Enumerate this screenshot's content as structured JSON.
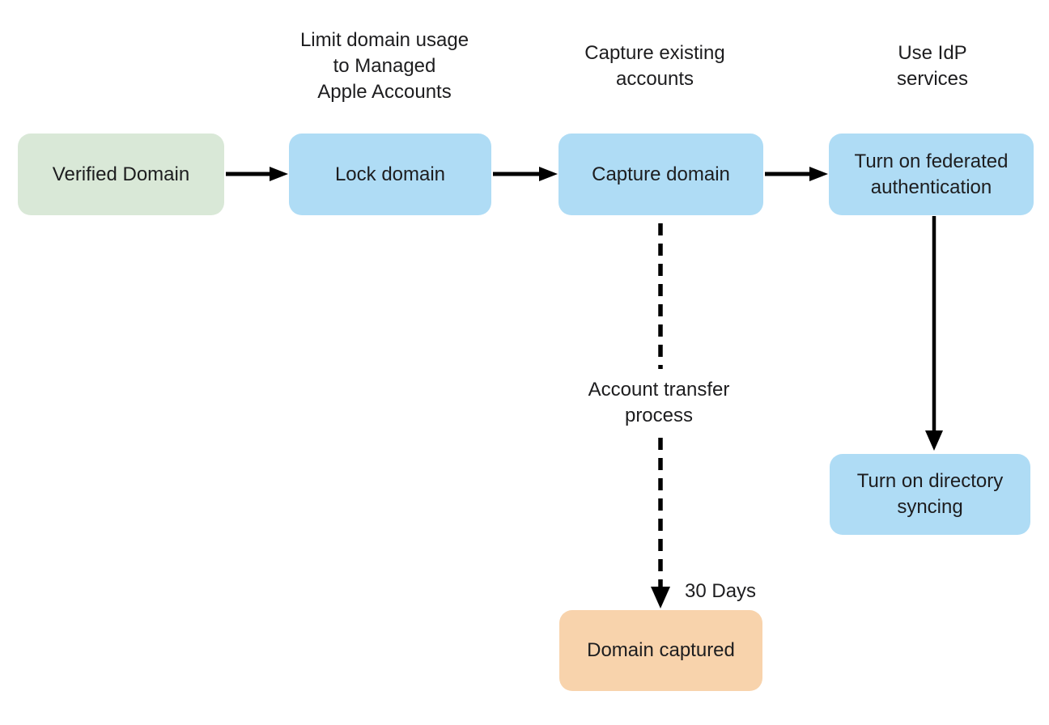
{
  "diagram": {
    "background_color": "#ffffff",
    "text_color": "#1d1d1f",
    "arrow_color": "#000000",
    "nodes": {
      "verified_domain": {
        "label": "Verified Domain",
        "color": "#d9e8d7"
      },
      "lock_domain": {
        "label": "Lock domain",
        "color": "#afdcf5"
      },
      "capture_domain": {
        "label": "Capture domain",
        "color": "#afdcf5"
      },
      "federated_auth": {
        "label": "Turn on federated authentication",
        "color": "#afdcf5"
      },
      "directory_syncing": {
        "label": "Turn on directory syncing",
        "color": "#afdcf5"
      },
      "domain_captured": {
        "label": "Domain captured",
        "color": "#f8d3ac"
      }
    },
    "headers": {
      "limit_domain_usage": {
        "line1": "Limit domain usage",
        "line2": "to Managed",
        "line3": "Apple Accounts"
      },
      "capture_existing": {
        "line1": "Capture existing",
        "line2": "accounts"
      },
      "use_idp": {
        "line1": "Use IdP",
        "line2": "services"
      }
    },
    "annotations": {
      "account_transfer": {
        "line1": "Account transfer",
        "line2": "process"
      },
      "thirty_days": "30 Days"
    }
  }
}
